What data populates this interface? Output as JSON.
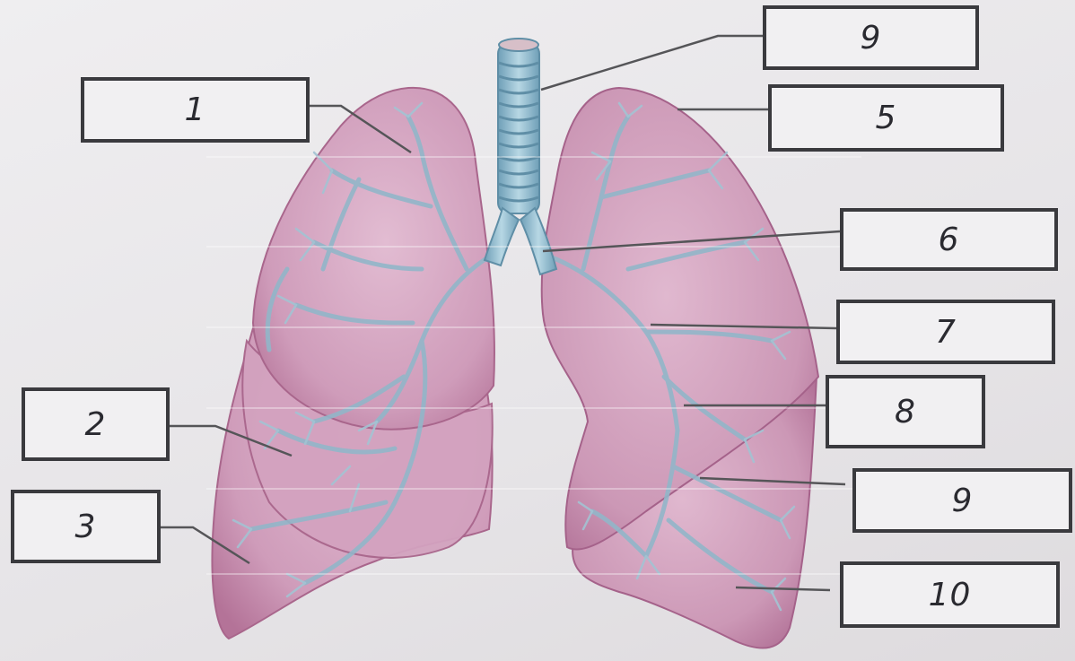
{
  "labels": [
    {
      "id": "1",
      "text": "1"
    },
    {
      "id": "2",
      "text": "2"
    },
    {
      "id": "3",
      "text": "3"
    },
    {
      "id": "4",
      "text": "9"
    },
    {
      "id": "5",
      "text": "5"
    },
    {
      "id": "6",
      "text": "6"
    },
    {
      "id": "7",
      "text": "7"
    },
    {
      "id": "8",
      "text": "8"
    },
    {
      "id": "9",
      "text": "9"
    },
    {
      "id": "10",
      "text": "10"
    }
  ],
  "colors": {
    "lung_fill": "#d7a9c3",
    "lung_shade": "#b9789e",
    "bronchi": "#8fb4c8",
    "trachea": "#8fbcd2",
    "leader": "#555558",
    "box_border": "#3a3a3e"
  }
}
